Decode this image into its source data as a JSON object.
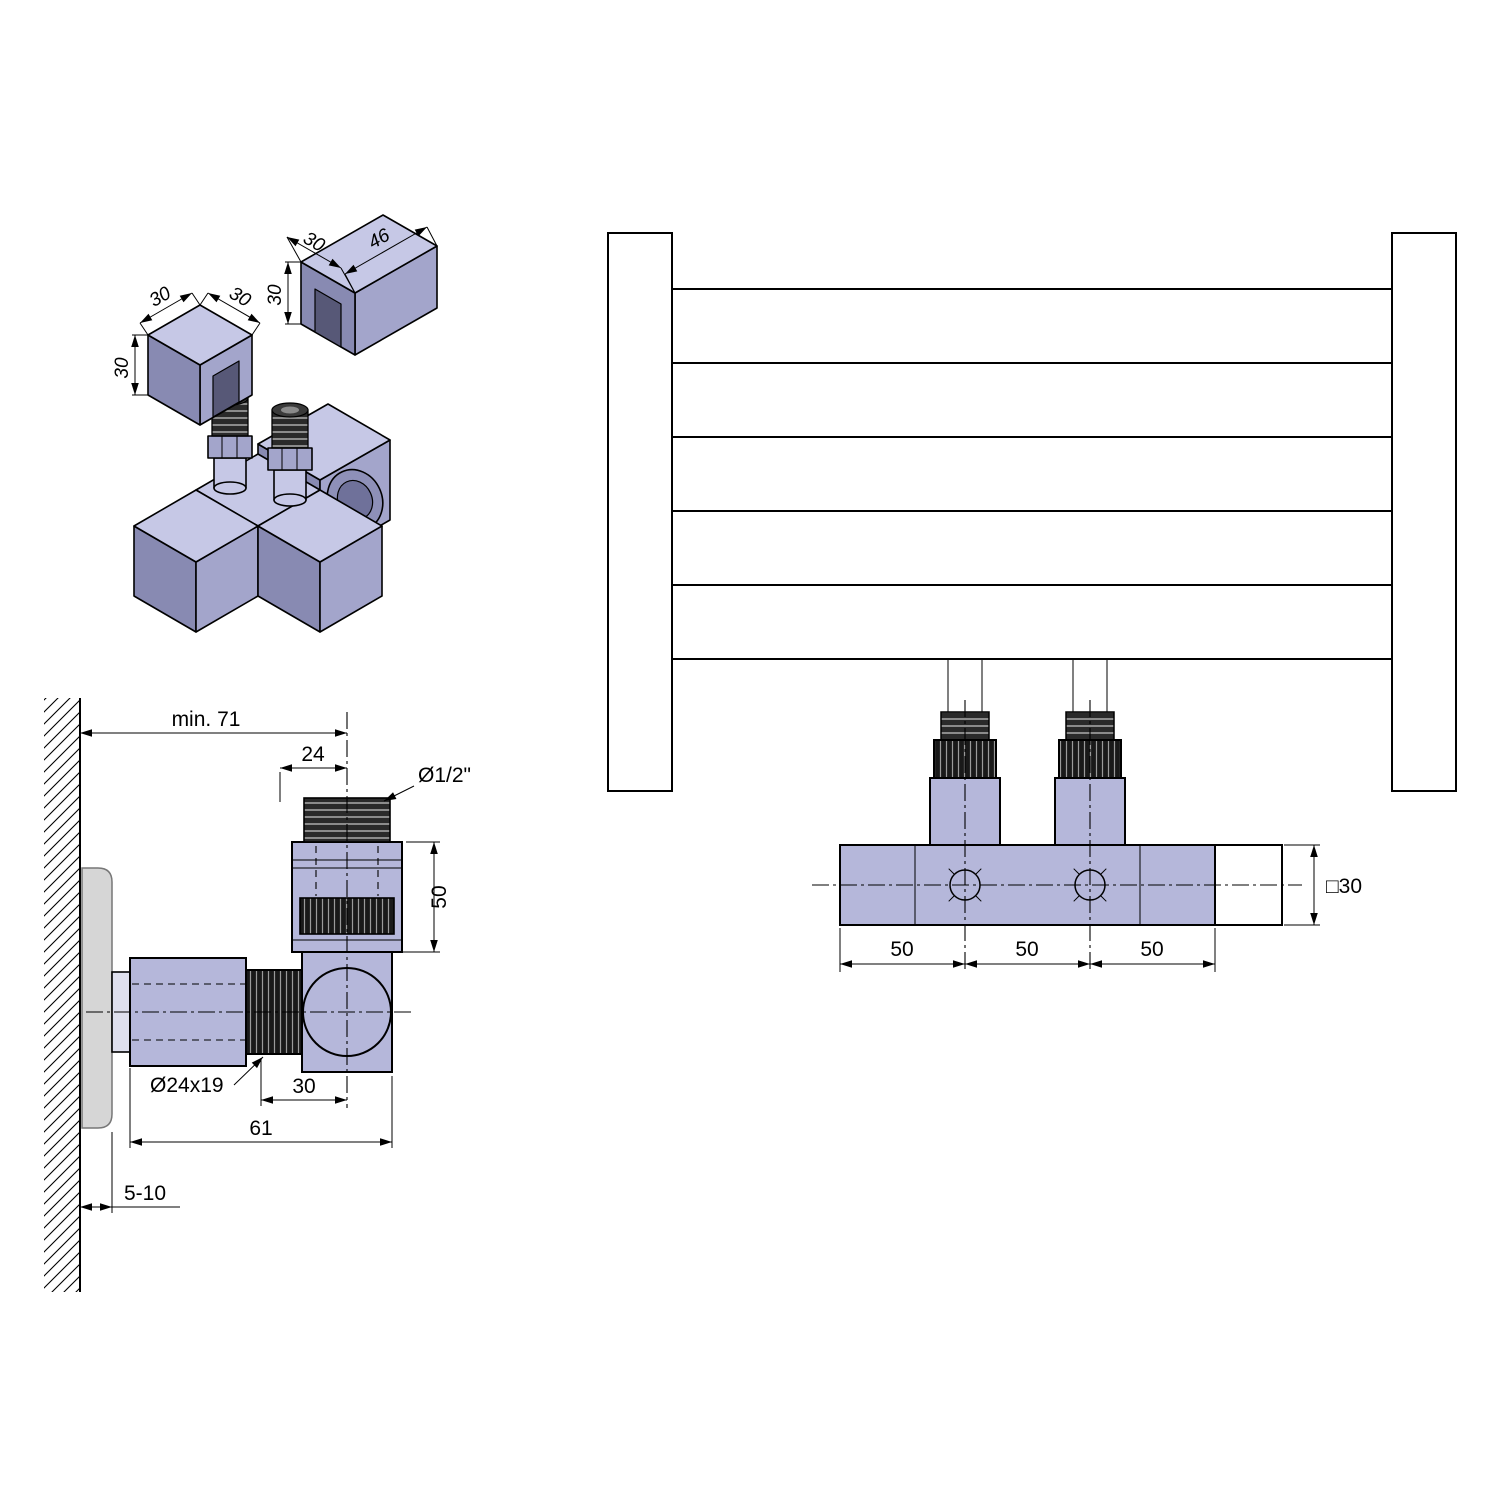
{
  "drawing": {
    "type": "technical-drawing",
    "subject": "Corner towel-rail valve set with square covers"
  },
  "colors": {
    "background": "#ffffff",
    "outline": "#000000",
    "body_light": "#c6c8e6",
    "body_medium": "#a3a5cb",
    "body_dark": "#888ab2",
    "body_side_view": "#b5b7da",
    "metal_dark": "#2a2a2a",
    "escutcheon_gray": "#d6d6d6"
  },
  "iso_view": {
    "dims": {
      "top_cover_depth": "30",
      "top_cover_length": "46",
      "top_cover_height": "30",
      "left_cover_depth": "30",
      "left_cover_width": "30",
      "left_cover_height": "30"
    }
  },
  "side_view": {
    "dims": {
      "wall_to_axis": "min. 71",
      "cover_offset": "24",
      "thread_size": "Ø1/2\"",
      "body_height": "50",
      "nut_size": "Ø24x19",
      "nut_to_axis": "30",
      "total_depth": "61",
      "wall_gap": "5-10"
    }
  },
  "front_view": {
    "dims": {
      "segment_left": "50",
      "segment_center": "50",
      "segment_right": "50",
      "profile_square": "□30"
    }
  }
}
